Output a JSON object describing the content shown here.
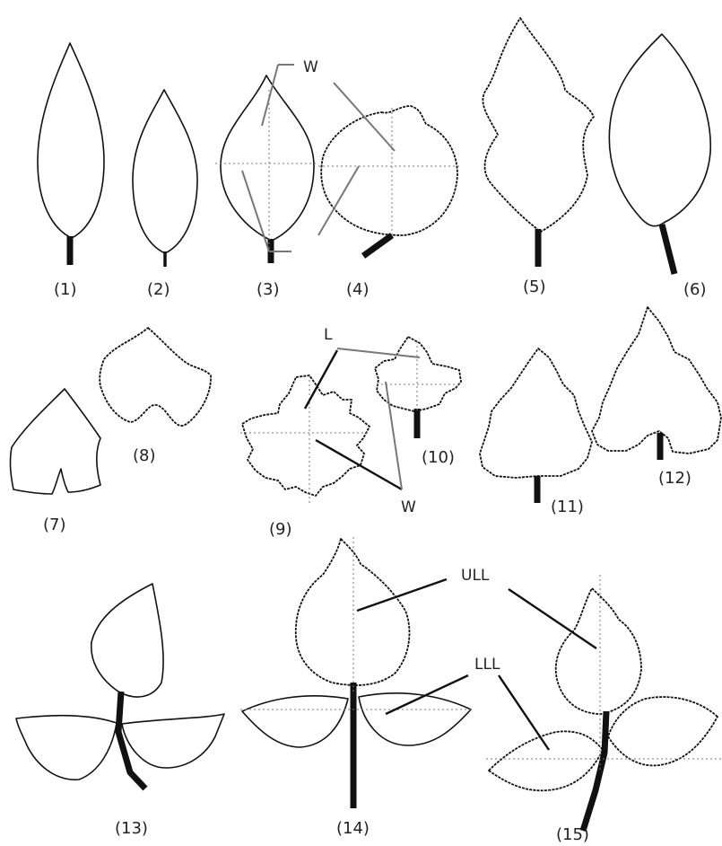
{
  "figure": {
    "leaf_numbers": [
      "(1)",
      "(2)",
      "(3)",
      "(4)",
      "(5)",
      "(6)",
      "(7)",
      "(8)",
      "(9)",
      "(10)",
      "(11)",
      "(12)",
      "(13)",
      "(14)",
      "(15)"
    ],
    "annotations": {
      "width_top": "W",
      "length": "L",
      "width_mid": "W",
      "upper_leaflet_length": "ULL",
      "lower_leaflet_length": "LLL"
    }
  }
}
